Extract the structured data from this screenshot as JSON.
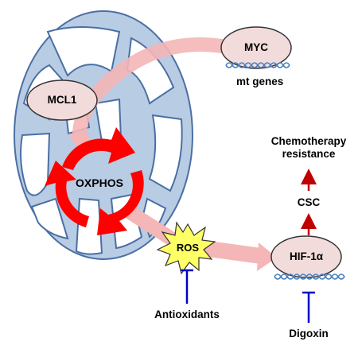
{
  "diagram": {
    "nodes": {
      "myc": "MYC",
      "mcl1": "MCL1",
      "oxphos": "OXPHOS",
      "ros": "ROS",
      "hif1a": "HIF-1α",
      "csc": "CSC"
    },
    "labels": {
      "mt_genes": "mt genes",
      "chemo_line1": "Chemotherapy",
      "chemo_line2": "resistance",
      "antioxidants": "Antioxidants",
      "digoxin": "Digoxin"
    },
    "colors": {
      "mitochondrion_fill": "#b8cce4",
      "mitochondrion_stroke": "#4a6fa5",
      "node_fill": "#f2dcdb",
      "pink_arrow": "#f4b6b6",
      "oxphos_arrow": "#ff0000",
      "ros_burst": "#ffff66",
      "activation_arrow": "#c00000",
      "inhibition": "#0000cc"
    }
  }
}
